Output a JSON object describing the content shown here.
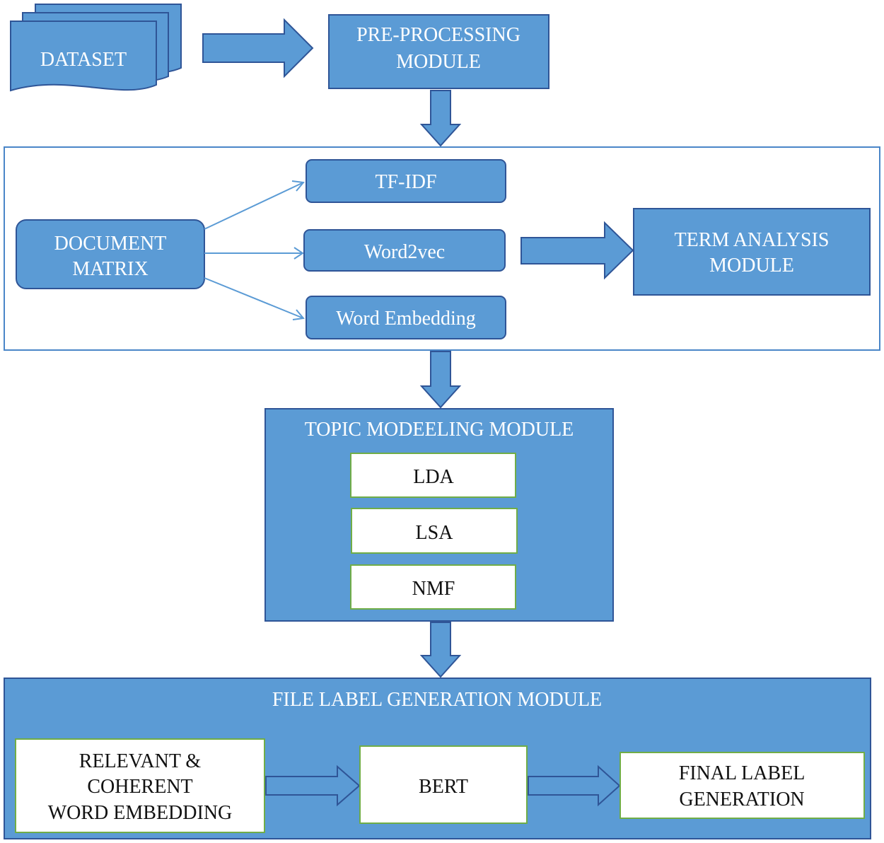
{
  "colors": {
    "node_fill": "#5B9BD5",
    "node_border": "#2F5597",
    "inner_box_border": "#70AD47",
    "container_border": "#4A86C8"
  },
  "nodes": {
    "dataset": "DATASET",
    "preprocessing": [
      "PRE-PROCESSING",
      "MODULE"
    ],
    "tfidf": "TF-IDF",
    "word2vec": "Word2vec",
    "word_embedding": "Word Embedding",
    "document_matrix": [
      "DOCUMENT",
      "MATRIX"
    ],
    "term_analysis": [
      "TERM ANALYSIS",
      "MODULE"
    ],
    "topic_modeling": {
      "title": "TOPIC MODEELING MODULE",
      "items": [
        "LDA",
        "LSA",
        "NMF"
      ]
    },
    "file_label": {
      "title": "FILE LABEL GENERATION MODULE",
      "relevant": [
        "RELEVANT &",
        "COHERENT",
        "WORD EMBEDDING"
      ],
      "bert": "BERT",
      "final": [
        "FINAL LABEL",
        "GENERATION"
      ]
    }
  }
}
